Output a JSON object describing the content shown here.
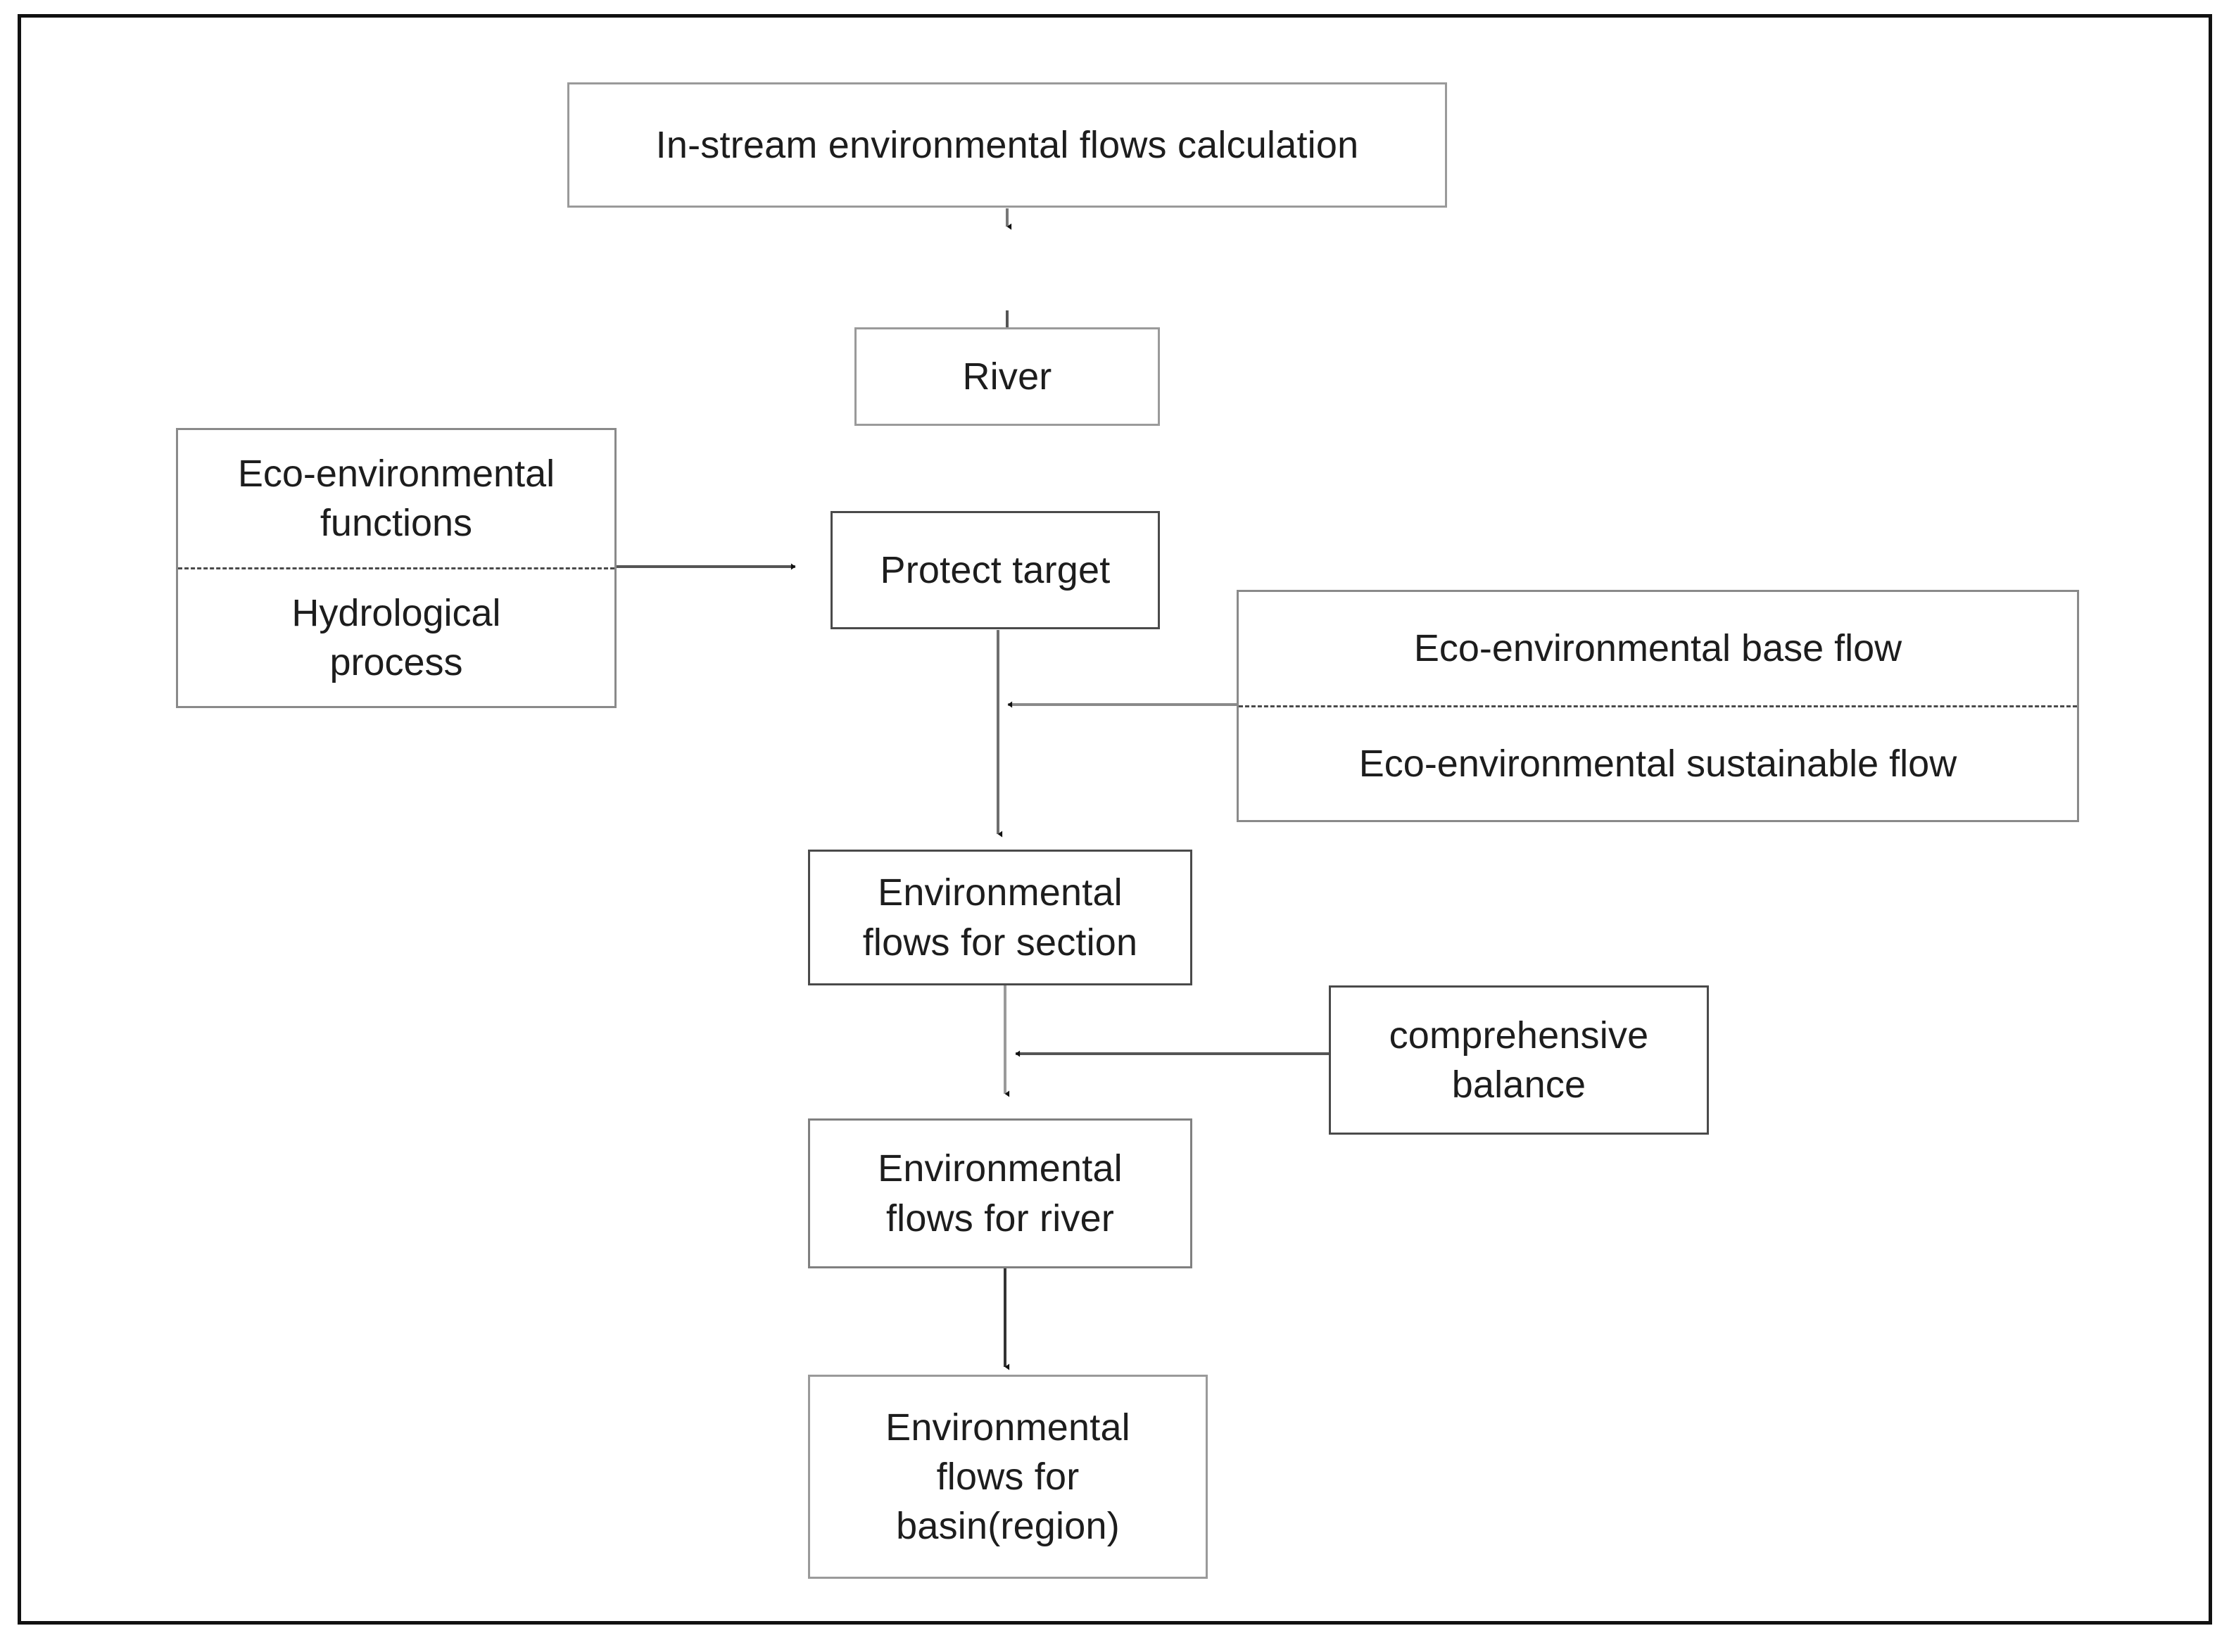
{
  "figure": {
    "type": "flowchart",
    "orientation": "top-to-bottom",
    "border_color": "#111111",
    "box_border_color": "#808080",
    "text_color": "#1d1d1d",
    "background": "#ffffff"
  },
  "nodes": {
    "start": {
      "label": "In-stream environmental flows calculation"
    },
    "river": {
      "label": "River"
    },
    "protect_target": {
      "label": "Protect target"
    },
    "flows_section": {
      "label": "Environmental\nflows for section"
    },
    "flows_river": {
      "label": "Environmental\nflows for river"
    },
    "flows_basin": {
      "label": "Environmental\nflows for\nbasin(region)"
    },
    "comprehensive_balance": {
      "label": "comprehensive\nbalance"
    }
  },
  "split_nodes": {
    "left_inputs": {
      "top_label": "Eco-environmental\nfunctions",
      "bottom_label": "Hydrological\nprocess",
      "divider_style": "dashed"
    },
    "right_flows": {
      "top_label": "Eco-environmental base flow",
      "bottom_label": "Eco-environmental sustainable flow",
      "divider_style": "dashed"
    }
  },
  "edges": [
    {
      "from": "start",
      "to": "river",
      "direction": "down",
      "arrowhead": true
    },
    {
      "from": "river",
      "to": "protect_target",
      "direction": "down",
      "arrowhead": true
    },
    {
      "from": "left_inputs",
      "to": "protect_target",
      "direction": "right",
      "arrowhead": true
    },
    {
      "from": "protect_target",
      "to": "flows_section",
      "direction": "down",
      "arrowhead": true
    },
    {
      "from": "right_flows",
      "to": "protect_target_to_section_link",
      "direction": "left",
      "arrowhead": true
    },
    {
      "from": "flows_section",
      "to": "flows_river",
      "direction": "down",
      "arrowhead": true
    },
    {
      "from": "comprehensive_balance",
      "to": "section_to_river_link",
      "direction": "left",
      "arrowhead": true
    },
    {
      "from": "flows_river",
      "to": "flows_basin",
      "direction": "down",
      "arrowhead": true
    }
  ]
}
